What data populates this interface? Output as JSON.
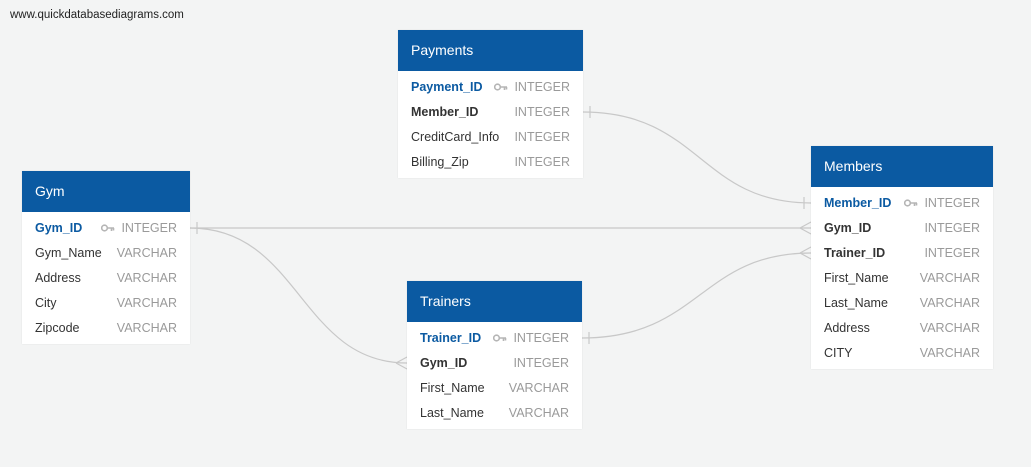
{
  "watermark": "www.quickdatabasediagrams.com",
  "colors": {
    "header": "#0b5aa2",
    "primary_key_text": "#0b5aa2",
    "type_text": "#9a9a9a",
    "background": "#f3f4f4",
    "link": "#c8c8c8"
  },
  "tables": {
    "payments": {
      "title": "Payments",
      "columns": [
        {
          "name": "Payment_ID",
          "type": "INTEGER",
          "key": "pk"
        },
        {
          "name": "Member_ID",
          "type": "INTEGER",
          "key": "fk"
        },
        {
          "name": "CreditCard_Info",
          "type": "INTEGER",
          "key": ""
        },
        {
          "name": "Billing_Zip",
          "type": "INTEGER",
          "key": ""
        }
      ]
    },
    "gym": {
      "title": "Gym",
      "columns": [
        {
          "name": "Gym_ID",
          "type": "INTEGER",
          "key": "pk"
        },
        {
          "name": "Gym_Name",
          "type": "VARCHAR",
          "key": ""
        },
        {
          "name": "Address",
          "type": "VARCHAR",
          "key": ""
        },
        {
          "name": "City",
          "type": "VARCHAR",
          "key": ""
        },
        {
          "name": "Zipcode",
          "type": "VARCHAR",
          "key": ""
        }
      ]
    },
    "trainers": {
      "title": "Trainers",
      "columns": [
        {
          "name": "Trainer_ID",
          "type": "INTEGER",
          "key": "pk"
        },
        {
          "name": "Gym_ID",
          "type": "INTEGER",
          "key": "fk"
        },
        {
          "name": "First_Name",
          "type": "VARCHAR",
          "key": ""
        },
        {
          "name": "Last_Name",
          "type": "VARCHAR",
          "key": ""
        }
      ]
    },
    "members": {
      "title": "Members",
      "columns": [
        {
          "name": "Member_ID",
          "type": "INTEGER",
          "key": "pk"
        },
        {
          "name": "Gym_ID",
          "type": "INTEGER",
          "key": "fk"
        },
        {
          "name": "Trainer_ID",
          "type": "INTEGER",
          "key": "fk"
        },
        {
          "name": "First_Name",
          "type": "VARCHAR",
          "key": ""
        },
        {
          "name": "Last_Name",
          "type": "VARCHAR",
          "key": ""
        },
        {
          "name": "Address",
          "type": "VARCHAR",
          "key": ""
        },
        {
          "name": "CITY",
          "type": "VARCHAR",
          "key": ""
        }
      ]
    }
  },
  "relationships": [
    {
      "from": "payments.Member_ID",
      "to": "members.Member_ID",
      "from_end": "one",
      "to_end": "one"
    },
    {
      "from": "gym.Gym_ID",
      "to": "members.Gym_ID",
      "from_end": "one",
      "to_end": "many"
    },
    {
      "from": "gym.Gym_ID",
      "to": "trainers.Gym_ID",
      "from_end": "one",
      "to_end": "many"
    },
    {
      "from": "trainers.Trainer_ID",
      "to": "members.Trainer_ID",
      "from_end": "one",
      "to_end": "many"
    }
  ]
}
